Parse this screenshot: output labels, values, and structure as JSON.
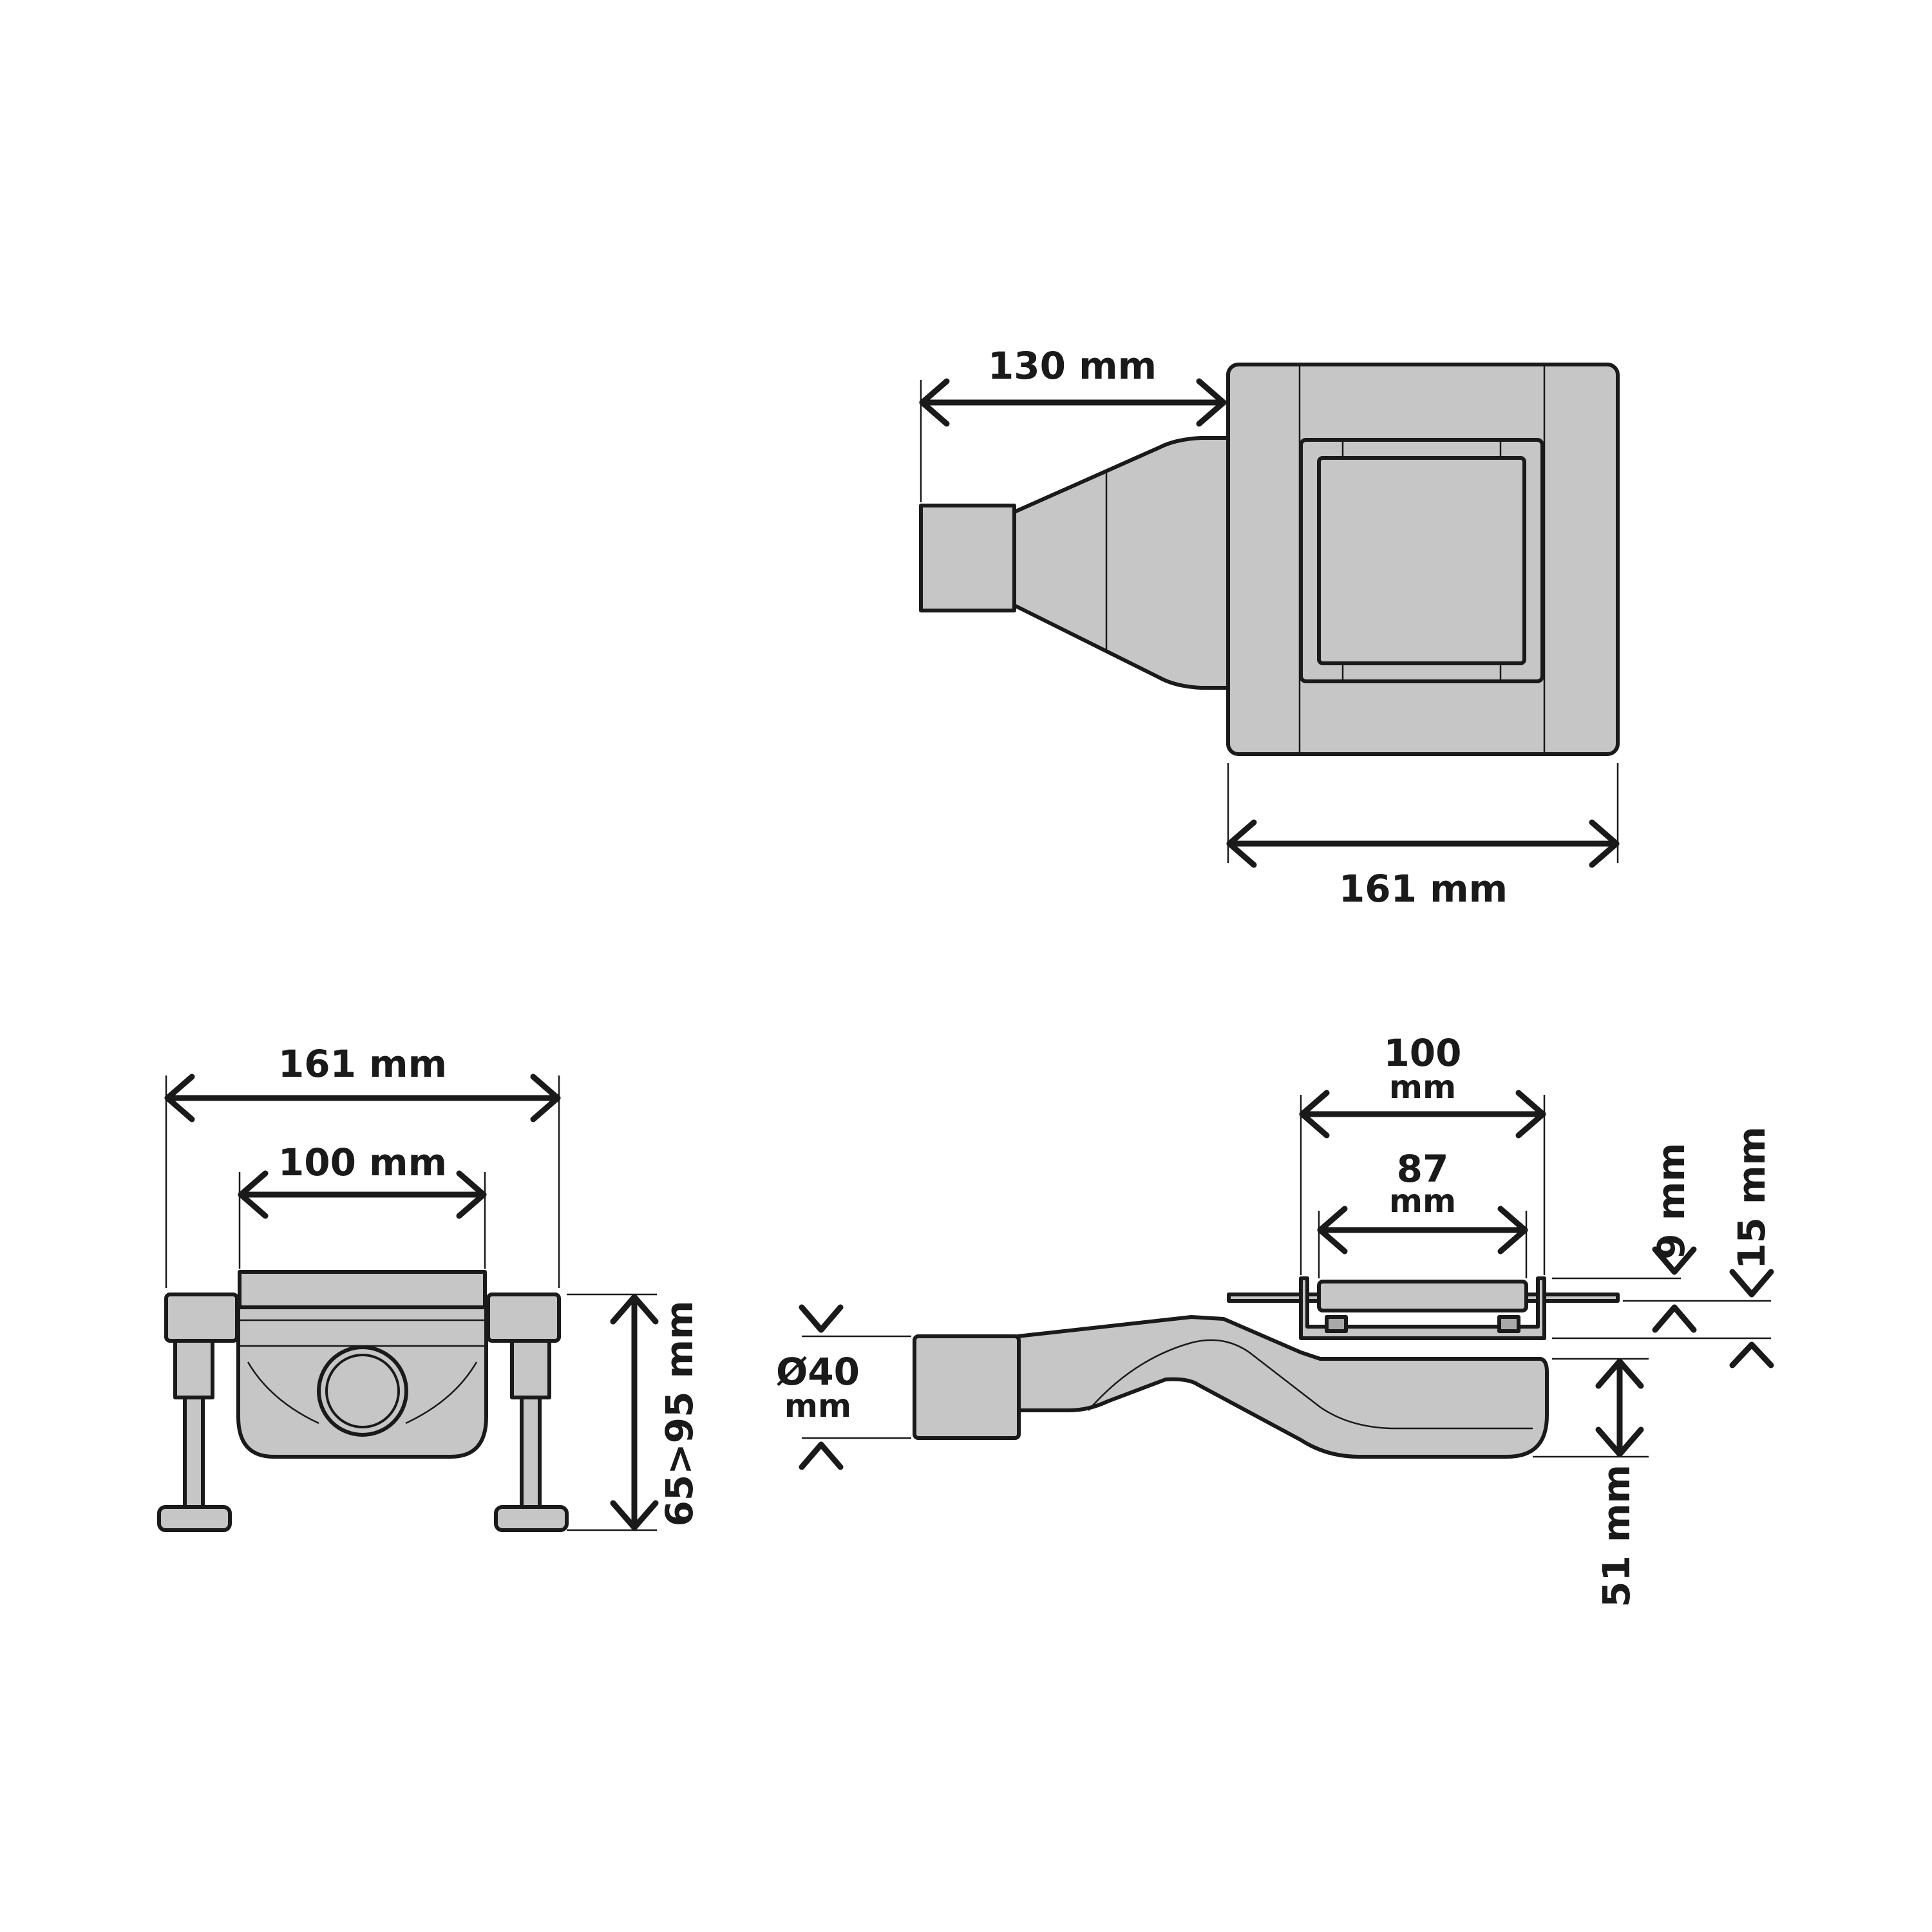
{
  "top_view": {
    "outlet_length": "130 mm",
    "body_width": "161 mm"
  },
  "front_view": {
    "overall_width": "161 mm",
    "grate_width": "100 mm",
    "height_range": "65>95 mm"
  },
  "side_view": {
    "frame_value": "100",
    "frame_unit": "mm",
    "grate_value": "87",
    "grate_unit": "mm",
    "grate_depth": "9 mm",
    "flange_depth": "15 mm",
    "outlet_diameter_value": "Ø40",
    "outlet_diameter_unit": "mm",
    "body_height": "51 mm"
  }
}
